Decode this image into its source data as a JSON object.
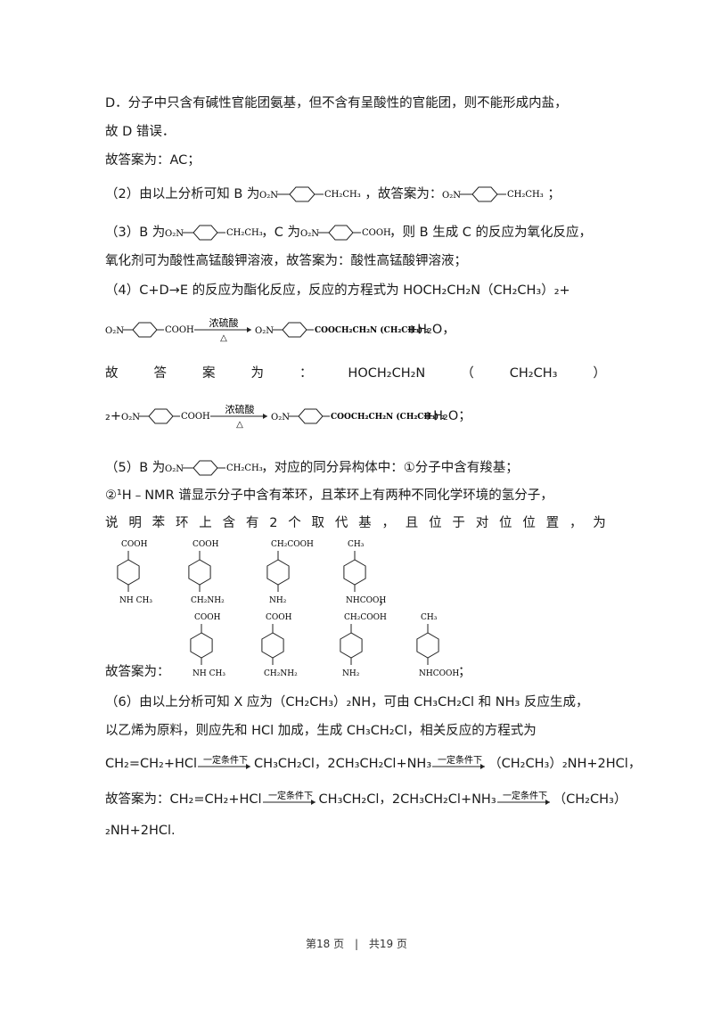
{
  "lines": {
    "l1": "D．分子中只含有碱性官能团氨基，但不含有呈酸性的官能团，则不能形成内盐，",
    "l2": "故 D 错误．",
    "l3": "故答案为：AC；",
    "l4a": "（2）由以上分析可知 B 为",
    "l4b": "，故答案为：",
    "l4c": "；",
    "l5a": "（3）B 为",
    "l5b": "，C 为",
    "l5c": "，则 B 生成 C 的反应为氧化反应，",
    "l6": "氧化剂可为酸性高锰酸钾溶液，故答案为：酸性高锰酸钾溶液；",
    "l7": "（4）C+D→E 的反应为酯化反应，反应的方程式为 HOCH₂CH₂N（CH₂CH₃）₂+",
    "l8end": "+H₂O，",
    "l9": [
      "故",
      "答",
      "案",
      "为",
      "：",
      "HOCH₂CH₂N",
      "（",
      "CH₂CH₃",
      "）"
    ],
    "l10start": "₂+",
    "l10end": "+H₂O；",
    "l11a": "（5）B 为",
    "l11b": "，对应的同分异构体中：①分子中含有羧基；",
    "l12": "②¹H﹣NMR 谱显示分子中含有苯环，且苯环上有两种不同化学环境的氢分子，",
    "l13": [
      "说",
      "明",
      "苯",
      "环",
      "上",
      "含",
      "有",
      "2",
      "个",
      "取",
      "代",
      "基",
      "，",
      "且",
      "位",
      "于",
      "对",
      "位",
      "位",
      "置",
      "，",
      "为"
    ],
    "l14end": "，",
    "l15a": "故答案为：",
    "l15end": "；",
    "l16": "（6）由以上分析可知 X 应为（CH₂CH₃）₂NH，可由 CH₃CH₂Cl 和 NH₃ 反应生成，",
    "l17": "以乙烯为原料，则应先和 HCl 加成，生成 CH₃CH₂Cl，相关反应的方程式为",
    "l18a": "CH₂=CH₂+HCl",
    "l18b": "CH₃CH₂Cl，2CH₃CH₂Cl+NH₃",
    "l18c": "（CH₂CH₃）₂NH+2HCl，",
    "l19a": "故答案为：CH₂=CH₂+HCl",
    "l19b": "CH₃CH₂Cl，2CH₃CH₂Cl+NH₃",
    "l19c": "（CH₂CH₃）",
    "l20": "₂NH+2HCl."
  },
  "chem": {
    "o2n": "O₂N",
    "ch2ch3": "CH₂CH₃",
    "cooh": "COOH",
    "ester": "COOCH₂CH₂N (CH₂CH₃) ₂",
    "cond_acid": "浓硫酸",
    "heat": "△",
    "cond_general": "一定条件下"
  },
  "isomers": [
    {
      "top": "COOH",
      "bottom": "NH CH₃"
    },
    {
      "top": "COOH",
      "bottom": "CH₂NH₂"
    },
    {
      "top": "CH₂COOH",
      "bottom": "NH₂"
    },
    {
      "top": "CH₃",
      "bottom": "NHCOOH"
    }
  ],
  "footer": {
    "page": "第18 页",
    "sep": "|",
    "total": "共19 页"
  }
}
